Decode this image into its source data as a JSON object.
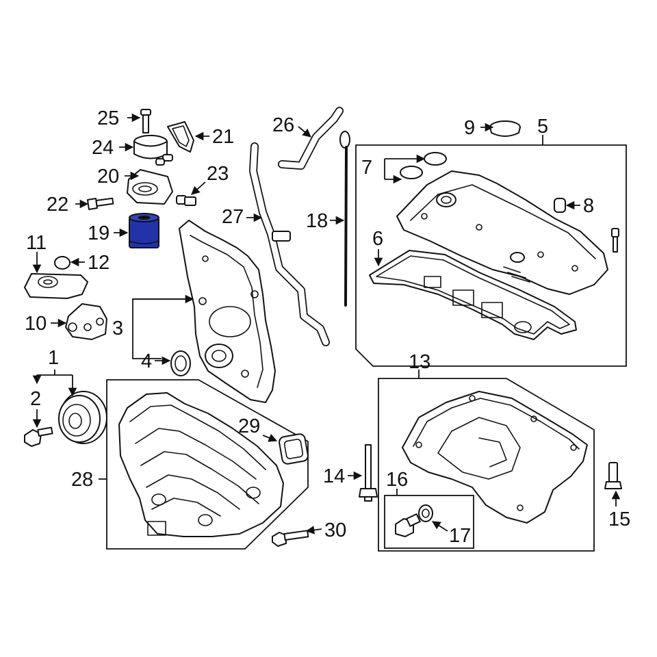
{
  "diagram": {
    "callouts": [
      "1",
      "2",
      "3",
      "4",
      "5",
      "6",
      "7",
      "8",
      "9",
      "10",
      "11",
      "12",
      "13",
      "14",
      "15",
      "16",
      "17",
      "18",
      "19",
      "20",
      "21",
      "22",
      "23",
      "24",
      "25",
      "26",
      "27",
      "28",
      "29",
      "30"
    ],
    "highlight_color": "#2233aa",
    "line_color": "#111111",
    "highlighted_part": "19"
  }
}
